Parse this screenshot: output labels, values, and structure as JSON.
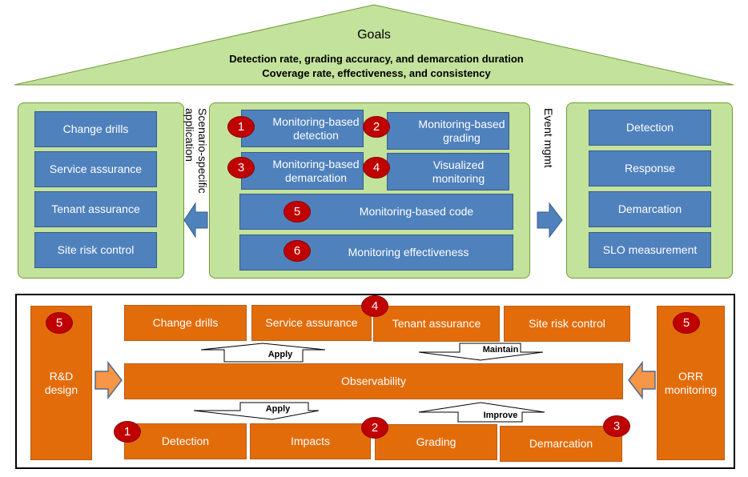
{
  "goals": {
    "title": "Goals",
    "line1": "Detection rate, grading accuracy, and demarcation duration",
    "line2": "Coverage rate, effectiveness, and consistency"
  },
  "left_panel": {
    "items": [
      "Change drills",
      "Service assurance",
      "Tenant assurance",
      "Site risk control"
    ],
    "side_label": "Scenario-specific\napplication"
  },
  "center_panel": {
    "items": [
      {
        "num": "1",
        "label": "Monitoring-based detection"
      },
      {
        "num": "2",
        "label": "Monitoring-based grading"
      },
      {
        "num": "3",
        "label": "Monitoring-based demarcation"
      },
      {
        "num": "4",
        "label": "Visualized monitoring"
      },
      {
        "num": "5",
        "label": "Monitoring-based code"
      },
      {
        "num": "6",
        "label": "Monitoring effectiveness"
      }
    ]
  },
  "right_panel": {
    "side_label": "Event mgmt",
    "items": [
      "Detection",
      "Response",
      "Demarcation",
      "SLO measurement"
    ]
  },
  "bottom": {
    "left_block": {
      "num": "5",
      "label": "R&D design"
    },
    "right_block": {
      "num": "5",
      "label": "ORR monitoring"
    },
    "top_row": [
      "Change drills",
      "Service assurance",
      "Tenant assurance",
      "Site risk control"
    ],
    "top_badge": "4",
    "observability": "Observability",
    "arrows": {
      "apply_top": "Apply",
      "maintain": "Maintain",
      "apply_bottom": "Apply",
      "improve": "Improve"
    },
    "bottom_row": [
      {
        "num": "1",
        "label": "Detection"
      },
      {
        "num": "",
        "label": "Impacts"
      },
      {
        "num": "2",
        "label": "Grading"
      },
      {
        "num": "3",
        "label": "Demarcation"
      }
    ]
  },
  "colors": {
    "green": "#c3e29c",
    "blue": "#4f81bd",
    "orange": "#e36c0a",
    "badge_red": "#c00000",
    "arrow_blue": "#4f81bd",
    "arrow_orange": "#f79646"
  }
}
